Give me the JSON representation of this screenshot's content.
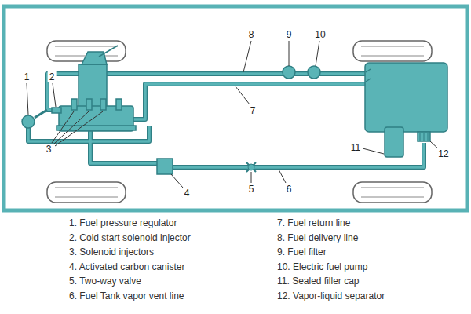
{
  "diagram": {
    "labels": [
      "1",
      "2",
      "3",
      "4",
      "5",
      "6",
      "7",
      "8",
      "9",
      "10",
      "11",
      "12",
      "1. Fuel pressure regulator",
      "2. Cold start solenoid injector",
      "3. Solenoid injectors",
      "4. Activated carbon canister",
      "5. Two-way valve",
      "6. Fuel Tank vapor vent line",
      "7. Fuel return line",
      "8. Fuel delivery line",
      "9. Fuel filter",
      "10. Electric fuel pump",
      "11. Sealed filler cap",
      "12. Vapor-liquid separator"
    ]
  }
}
